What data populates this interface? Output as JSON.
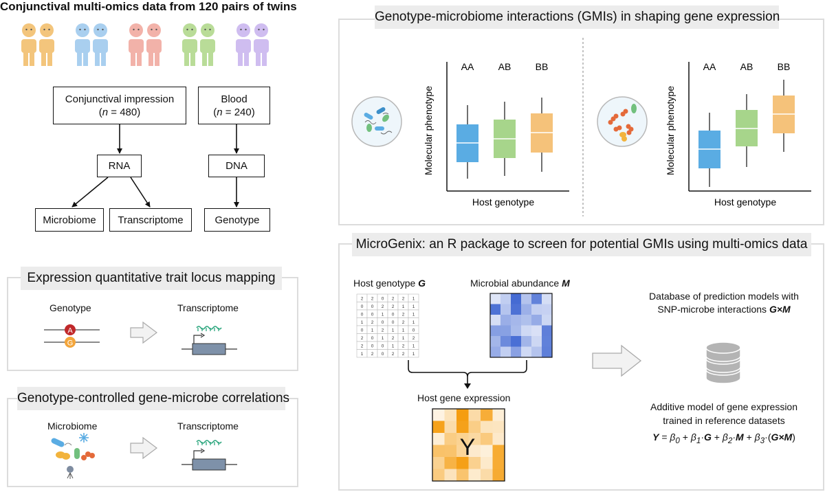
{
  "cohort": {
    "title": "Conjunctival multi-omics data from 120 pairs of twins",
    "twin_colors": [
      "#f3c57c",
      "#a9cfef",
      "#f2b2a9",
      "#b9dc98",
      "#cfbdf0"
    ]
  },
  "flow": {
    "conj_line1": "Conjunctival impression",
    "conj_n": "n",
    "conj_rest": " = 480)",
    "blood_line1": "Blood",
    "blood_n": "n",
    "blood_rest": " = 240)",
    "paren": "(",
    "rna": "RNA",
    "dna": "DNA",
    "microbiome": "Microbiome",
    "transcriptome": "Transcriptome",
    "genotype": "Genotype"
  },
  "eqtl": {
    "title": "Expression quantitative trait locus mapping",
    "left_label": "Genotype",
    "right_label": "Transcriptome",
    "allele_a": "A",
    "allele_g": "G"
  },
  "gmc": {
    "title": "Genotype-controlled gene-microbe correlations",
    "left_label": "Microbiome",
    "right_label": "Transcriptome"
  },
  "gmi": {
    "title": "Genotype-microbiome interactions (GMIs) in shaping gene expression",
    "ylabel": "Molecular phenotype",
    "xlabel": "Host genotype",
    "genotypes": [
      "AA",
      "AB",
      "BB"
    ],
    "box_colors": [
      "#5aace3",
      "#a7d58b",
      "#f5c27a"
    ]
  },
  "microgenix": {
    "title": "MicroGenix: an R package to screen for potential GMIs using multi-omics data",
    "host_genotype_label": "Host genotype ",
    "host_genotype_symbol": "G",
    "microbial_label": "Microbial abundance ",
    "microbial_symbol": "M",
    "genotype_matrix": [
      [
        "2",
        "2",
        "0",
        "2",
        "2",
        "1"
      ],
      [
        "0",
        "0",
        "2",
        "2",
        "1",
        "1"
      ],
      [
        "0",
        "0",
        "1",
        "0",
        "2",
        "1"
      ],
      [
        "1",
        "2",
        "0",
        "0",
        "2",
        "1"
      ],
      [
        "0",
        "1",
        "2",
        "1",
        "1",
        "0"
      ],
      [
        "2",
        "0",
        "1",
        "2",
        "1",
        "2"
      ],
      [
        "2",
        "0",
        "0",
        "1",
        "2",
        "1"
      ],
      [
        "1",
        "2",
        "0",
        "2",
        "2",
        "1"
      ]
    ],
    "host_expr_label": "Host gene expression",
    "y_symbol": "Y",
    "db_line1": "Database of prediction models with",
    "db_line2_text": "SNP-microbe interactions ",
    "db_line2_symbol": "G×M",
    "add_line1": "Additive model of gene expression",
    "add_line2": "trained in reference datasets",
    "formula": {
      "y": "Y",
      "eq": " = ",
      "b0": "β",
      "s0": "0",
      "p1": " + ",
      "b1": "β",
      "s1": "1",
      "dot1": "·",
      "g": "G",
      "p2": " + ",
      "b2": "β",
      "s2": "2",
      "dot2": "·",
      "m": "M",
      "p3": " + ",
      "b3": "β",
      "s3": "3",
      "dot3": "·(",
      "gm": "G×M",
      "close": ")"
    }
  }
}
